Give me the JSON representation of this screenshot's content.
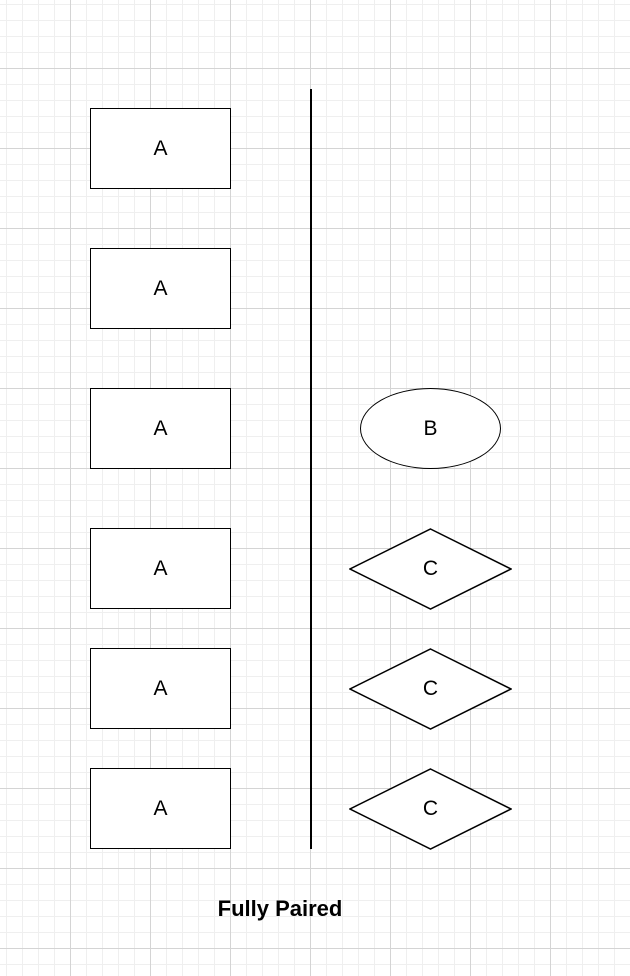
{
  "diagram": {
    "left_column": {
      "shape": "rectangle",
      "items": [
        {
          "label": "A"
        },
        {
          "label": "A"
        },
        {
          "label": "A"
        },
        {
          "label": "A"
        },
        {
          "label": "A"
        },
        {
          "label": "A"
        }
      ]
    },
    "right_column": {
      "items": [
        {
          "shape": "ellipse",
          "label": "B"
        },
        {
          "shape": "diamond",
          "label": "C"
        },
        {
          "shape": "diamond",
          "label": "C"
        },
        {
          "shape": "diamond",
          "label": "C"
        }
      ]
    },
    "caption": "Fully Paired",
    "colors": {
      "stroke": "#000000",
      "fill": "#ffffff",
      "grid_major": "#d4d4d4",
      "grid_minor": "#efefef"
    }
  }
}
